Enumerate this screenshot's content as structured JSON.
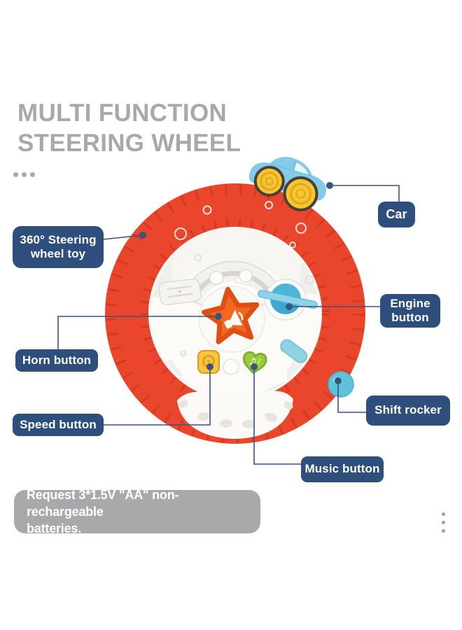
{
  "title": {
    "line1": "MULTI FUNCTION",
    "line2": "STEERING WHEEL"
  },
  "callouts": {
    "car": {
      "label": "Car"
    },
    "steering": {
      "line1": "360° Steering",
      "line2": "wheel toy"
    },
    "engine": {
      "line1": "Engine",
      "line2": "button"
    },
    "horn": {
      "label": "Horn button"
    },
    "speed": {
      "label": "Speed button"
    },
    "shift": {
      "label": "Shift rocker"
    },
    "music": {
      "label": "Music button"
    }
  },
  "footnote": {
    "line1": "Request 3*1.5V \"AA\" non-rechargeable",
    "line2": "batteries."
  },
  "icons": {
    "horn_button": "star-megaphone-icon",
    "speed_button": "spiral-horn-icon",
    "music_button": "heart-music-notes-icon",
    "engine_button": "blue-dial-lever-icon",
    "shift_rocker": "blue-knob-icon",
    "title_decoration": "three-dots-horizontal",
    "page_decoration": "three-dots-vertical"
  },
  "colors": {
    "label_bg": "#2e4e7c",
    "line_navy": "#36557f",
    "title_gray": "#a6a8ab",
    "footnote_bg": "#a9a9ab",
    "wheel_red": "#ea462c",
    "tread_red": "#d13a21",
    "star_orange": "#f1681e",
    "star_edge": "#dd4f14",
    "btn_yellow": "#f9c53b",
    "btn_green": "#9acb3d",
    "toy_blue": "#4cb6d7",
    "car_blue": "#82cbe9",
    "wheel_yellow": "#f6c62f"
  }
}
